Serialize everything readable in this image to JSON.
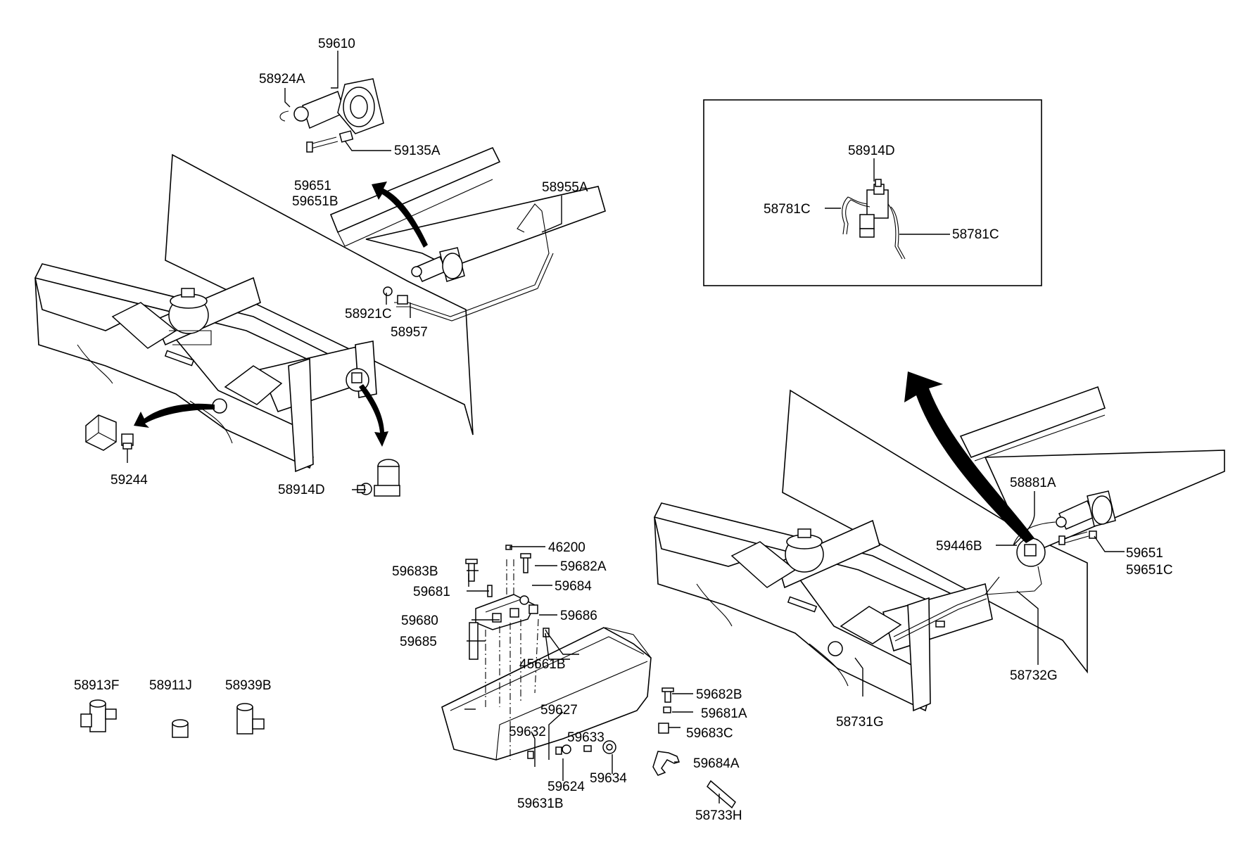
{
  "labels": {
    "p59610": "59610",
    "p58924A": "58924A",
    "p59135A": "59135A",
    "p59651_top": "59651",
    "p59651B": "59651B",
    "p58955A": "58955A",
    "p58921C": "58921C",
    "p58957": "58957",
    "p59244": "59244",
    "p58914D_left": "58914D",
    "p58914D_inset": "58914D",
    "p58781C_left": "58781C",
    "p58781C_right": "58781C",
    "p58881A": "58881A",
    "p59446B": "59446B",
    "p59651_right": "59651",
    "p59651C": "59651C",
    "p58732G": "58732G",
    "p58731G": "58731G",
    "p46200": "46200",
    "p59683B": "59683B",
    "p59682A": "59682A",
    "p59681": "59681",
    "p59684": "59684",
    "p59680": "59680",
    "p59686": "59686",
    "p59685": "59685",
    "p45661B": "45661B",
    "p59627": "59627",
    "p59632": "59632",
    "p59633": "59633",
    "p59634": "59634",
    "p59624": "59624",
    "p59631B": "59631B",
    "p59682B": "59682B",
    "p59681A": "59681A",
    "p59683C": "59683C",
    "p59684A": "59684A",
    "p58733H": "58733H",
    "p58913F": "58913F",
    "p58911J": "58911J",
    "p58939B": "58939B"
  }
}
